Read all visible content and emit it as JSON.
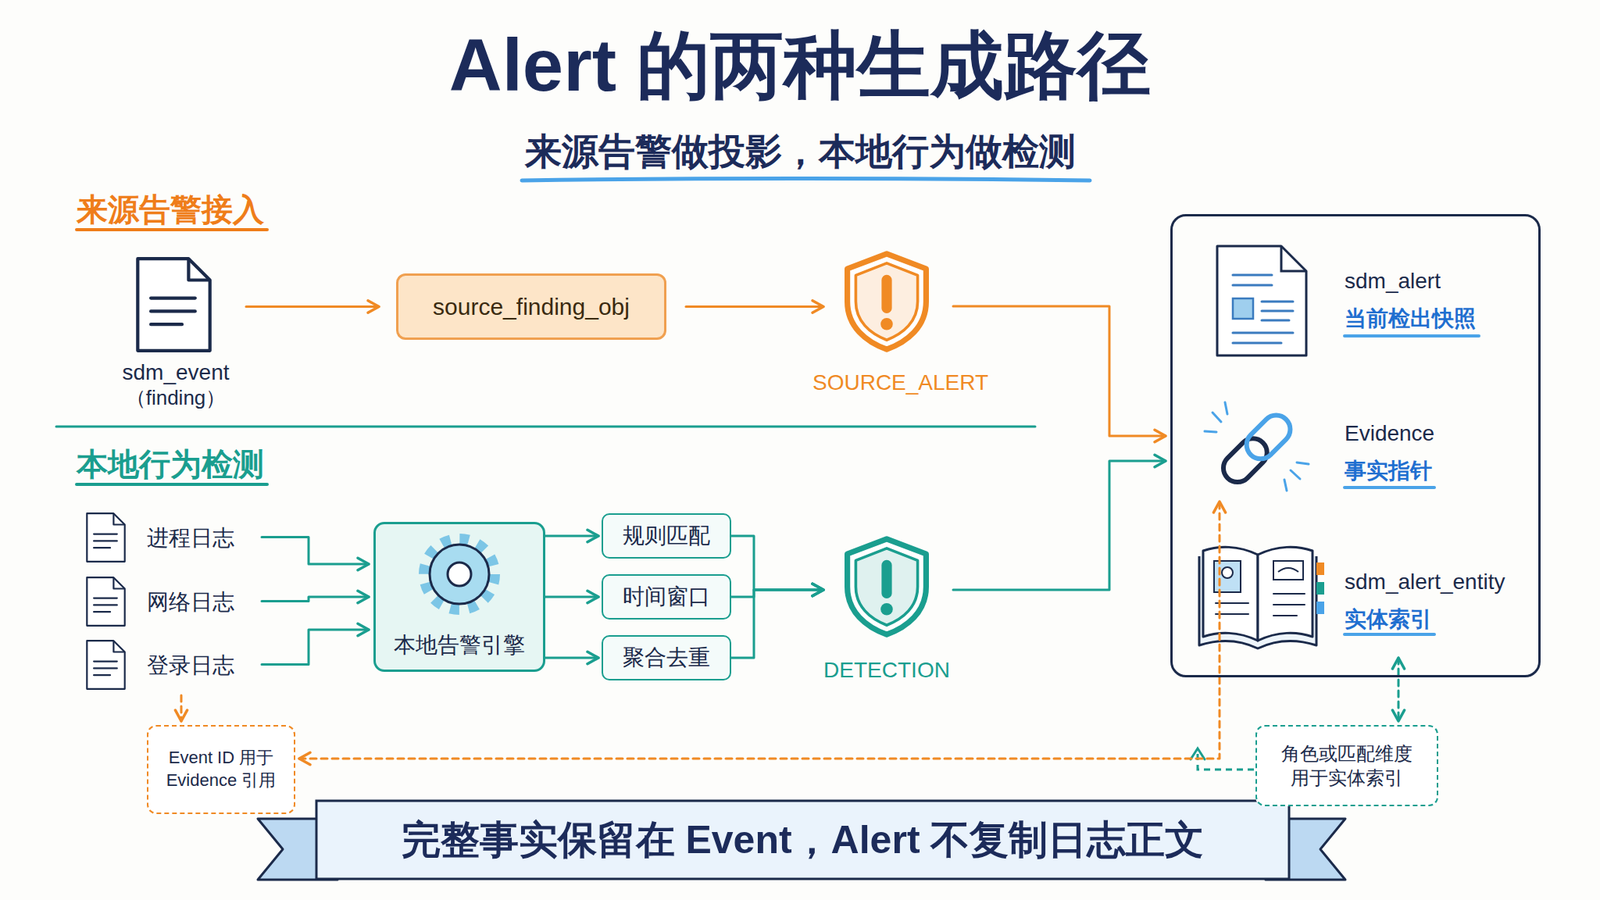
{
  "diagram": {
    "title": "Alert 的两种生成路径",
    "caption": "完整事实保留在 Event，Alert 不复制日志正文",
    "nodes": [
      {
        "text": [
          "sdm_event",
          "（finding）"
        ]
      },
      {
        "text": [
          "source_finding_obj"
        ]
      },
      {
        "text": [
          "SOURCE_ALERT"
        ]
      },
      {
        "text": []
      },
      {
        "text": [
          "sdm_alert",
          "当前检出快照"
        ],
        "in": 3
      },
      {
        "text": [
          "Evidence",
          "事实指针"
        ],
        "in": 3
      },
      {
        "text": [
          "sdm_alert_entity",
          "实体索引"
        ],
        "in": 3
      },
      {
        "text": [
          "进程日志"
        ]
      },
      {
        "text": [
          "网络日志"
        ]
      },
      {
        "text": [
          "登录日志"
        ]
      },
      {
        "text": [
          "本地告警引擎"
        ]
      },
      {
        "text": [
          "规则匹配"
        ]
      },
      {
        "text": [
          "时间窗口"
        ]
      },
      {
        "text": [
          "聚合去重"
        ]
      },
      {
        "text": [
          "DETECTION"
        ]
      },
      {
        "text": [
          "Event ID 用于 Evidence 引用"
        ]
      },
      {
        "text": [
          "角色或匹配维度 用于实体索引"
        ]
      }
    ],
    "edges": [
      {
        "from": 0,
        "to": 1,
        "arrow": "to"
      },
      {
        "from": 1,
        "to": 2,
        "arrow": "to"
      },
      {
        "from": 2,
        "to": 3,
        "arrow": "to"
      },
      {
        "from": 7,
        "to": 10,
        "arrow": "to"
      },
      {
        "from": 8,
        "to": 10,
        "arrow": "to"
      },
      {
        "from": 9,
        "to": 10,
        "arrow": "to"
      },
      {
        "from": 10,
        "to": 11,
        "arrow": "to"
      },
      {
        "from": 10,
        "to": 12,
        "arrow": "to"
      },
      {
        "from": 10,
        "to": 13,
        "arrow": "to"
      },
      {
        "from": 11,
        "to": 14,
        "arrow": "to"
      },
      {
        "from": 12,
        "to": 14,
        "arrow": "to"
      },
      {
        "from": 13,
        "to": 14,
        "arrow": "to"
      },
      {
        "from": 14,
        "to": 3,
        "arrow": "to"
      },
      {
        "from": 9,
        "to": 15,
        "arrow": "to"
      },
      {
        "from": 15,
        "to": 5,
        "arrow": "both"
      },
      {
        "from": 6,
        "to": 16,
        "arrow": "both"
      }
    ],
    "labels": [
      "来源告警做投影，本地行为做检测",
      "来源告警接入",
      "本地行为检测"
    ]
  }
}
